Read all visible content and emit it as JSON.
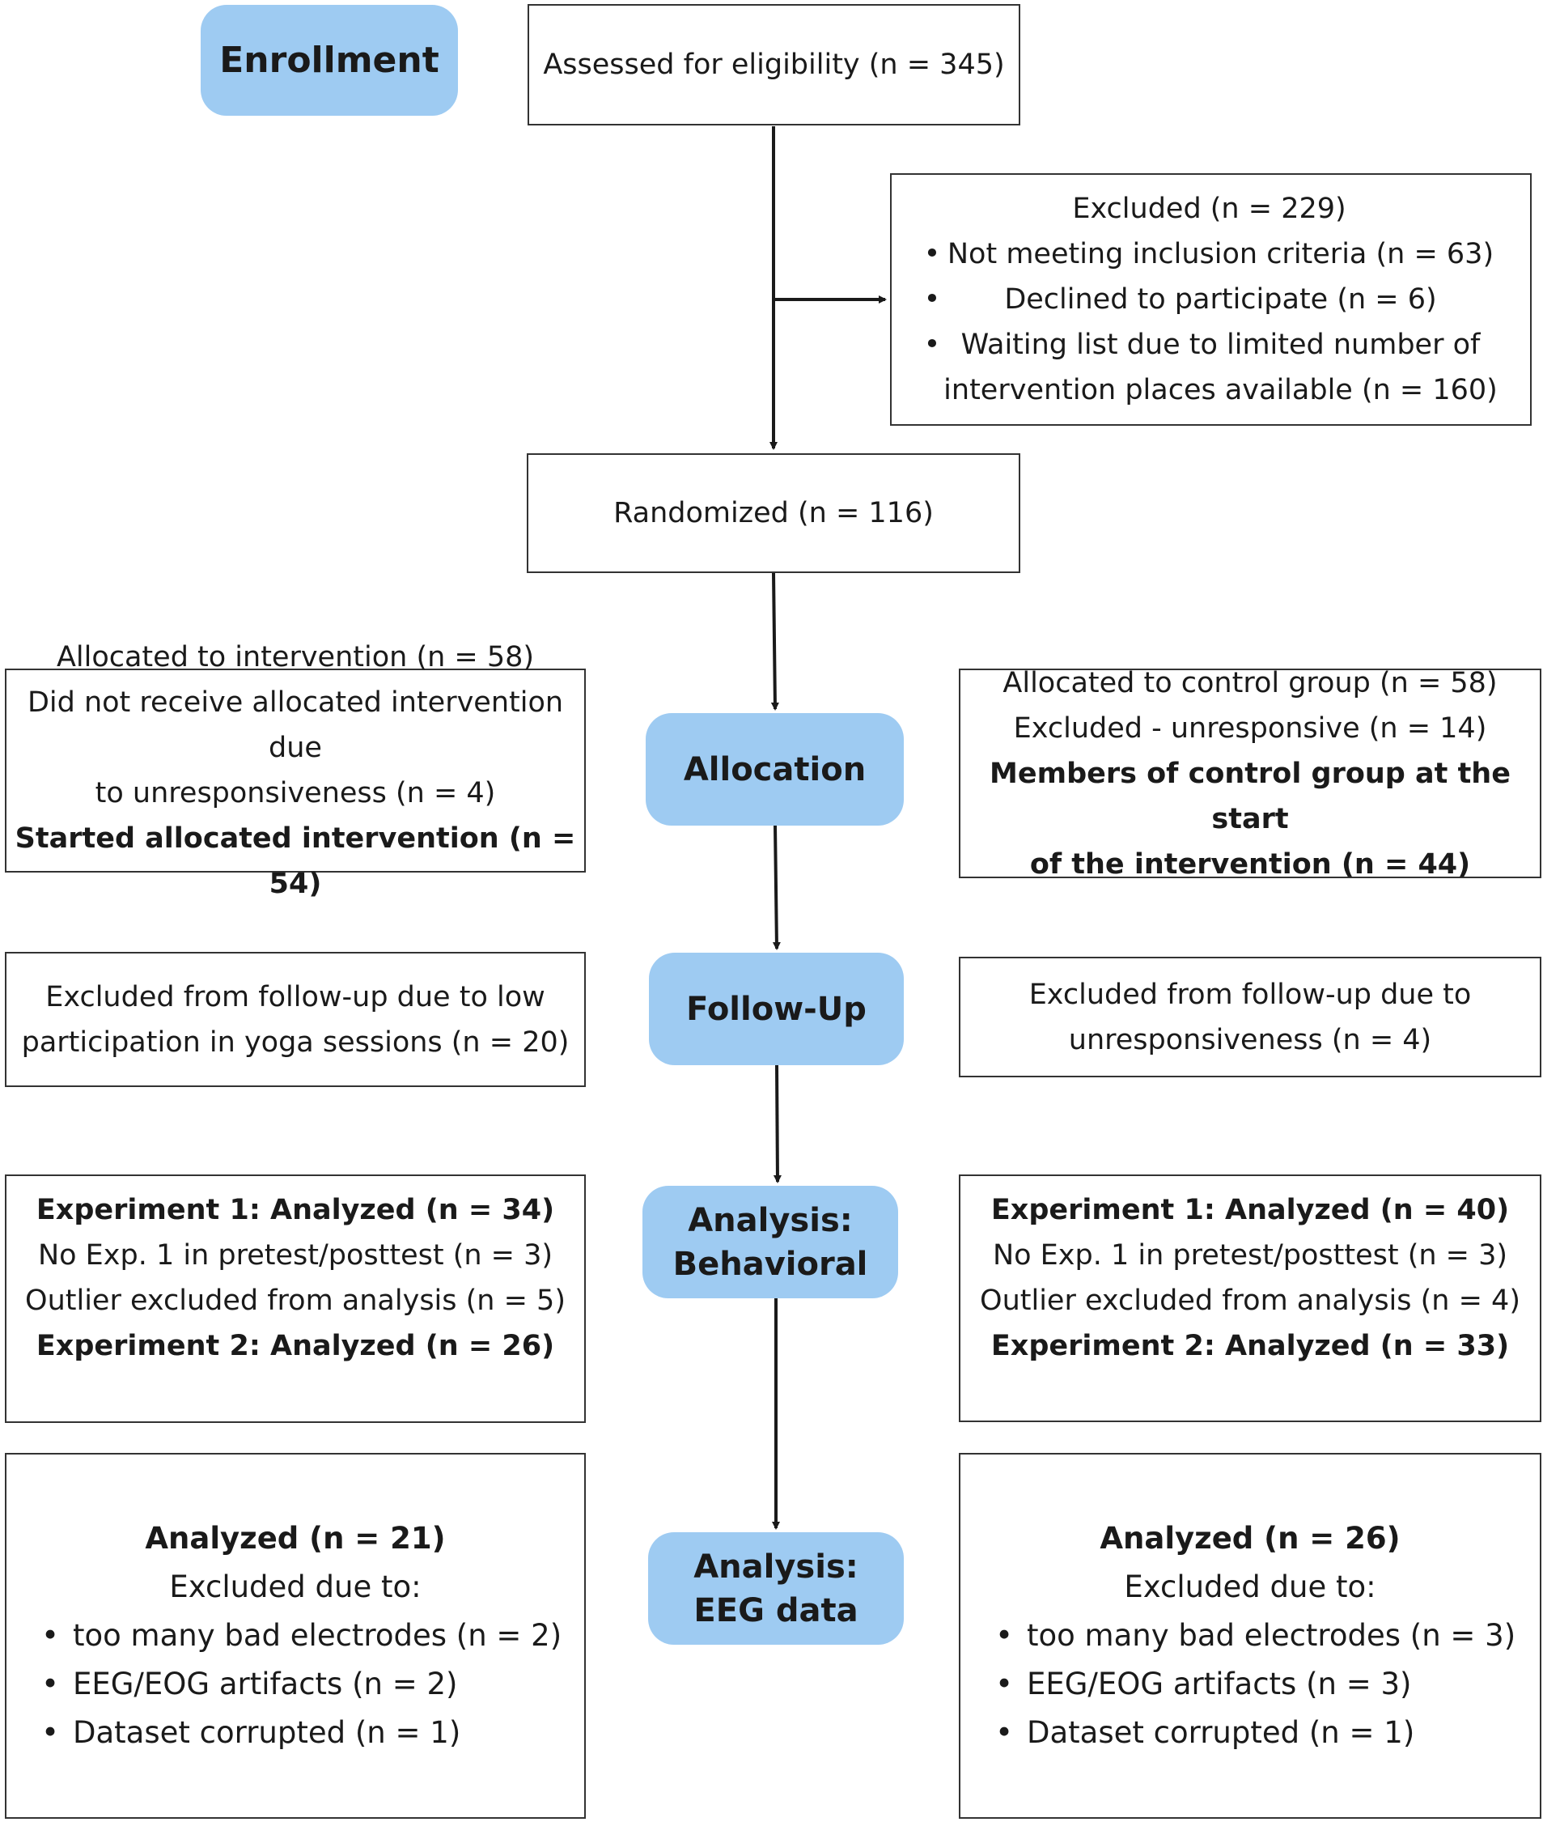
{
  "stages": {
    "enrollment": "Enrollment",
    "allocation": "Allocation",
    "follow_up": "Follow-Up",
    "analysis_behavioral": [
      "Analysis:",
      "Behavioral"
    ],
    "analysis_eeg": [
      "Analysis:",
      "EEG data"
    ]
  },
  "assessed": "Assessed for eligibility (n = 345)",
  "excluded": {
    "title": "Excluded (n = 229)",
    "items": [
      [
        "Not meeting inclusion criteria (n = 63)"
      ],
      [
        "Declined to participate (n = 6)"
      ],
      [
        "Waiting list due to limited number of",
        "intervention places available (n = 160)"
      ]
    ]
  },
  "randomized": "Randomized (n = 116)",
  "allocation_left": {
    "lines": [
      "Allocated to intervention (n = 58)",
      "Did not receive allocated intervention due",
      "to unresponsiveness (n = 4)",
      "Started allocated intervention (n = 54)"
    ]
  },
  "allocation_right": {
    "lines": [
      "Allocated to control group (n = 58)",
      "Excluded - unresponsive (n = 14)",
      "Members of control group at the start",
      "of the intervention (n = 44)"
    ]
  },
  "followup_left": {
    "lines": [
      "Excluded from follow-up due to low",
      "participation in yoga sessions (n = 20)"
    ]
  },
  "followup_right": {
    "lines": [
      "Excluded from follow-up due to",
      "unresponsiveness (n = 4)"
    ]
  },
  "behavioral_left": {
    "lines": [
      "Experiment 1: Analyzed (n = 34)",
      "No Exp. 1 in pretest/posttest (n = 3)",
      "Outlier excluded from analysis (n = 5)",
      "Experiment 2: Analyzed (n = 26)"
    ]
  },
  "behavioral_right": {
    "lines": [
      "Experiment 1: Analyzed (n = 40)",
      "No Exp. 1 in pretest/posttest (n = 3)",
      "Outlier excluded from analysis (n = 4)",
      "Experiment 2: Analyzed (n = 33)"
    ]
  },
  "eeg_left": {
    "analyzed": "Analyzed (n = 21)",
    "excluded_label": "Excluded due to:",
    "items": [
      "too many bad electrodes (n = 2)",
      "EEG/EOG artifacts (n = 2)",
      "Dataset corrupted (n = 1)"
    ]
  },
  "eeg_right": {
    "analyzed": "Analyzed (n = 26)",
    "excluded_label": "Excluded due to:",
    "items": [
      "too many bad electrodes (n = 3)",
      "EEG/EOG artifacts (n = 3)",
      "Dataset corrupted (n = 1)"
    ]
  },
  "bullet_glyph": "•",
  "colors": {
    "stage_fill": "#9ecbf2",
    "border": "#333333",
    "arrow": "#1a1a1a"
  }
}
